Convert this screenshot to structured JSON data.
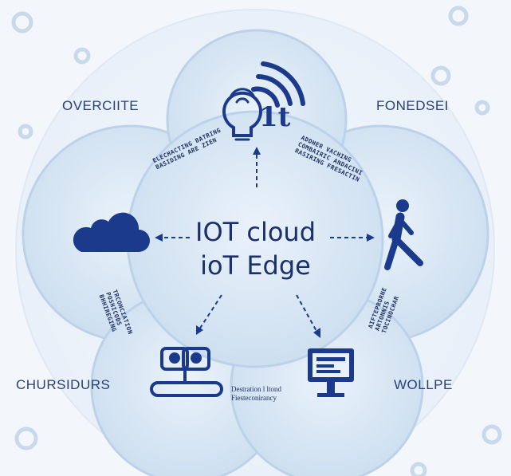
{
  "corner_labels": {
    "top_left": "OVERCIITE",
    "top_right": "FONEDSEI",
    "bottom_left": "CHURSIDURS",
    "bottom_right": "WOLLPE"
  },
  "center": {
    "line1": "IOT cloud",
    "line2": "ioT Edge"
  },
  "top_icon_text": "1t",
  "connector_labels": {
    "top_left": [
      "ELECHACTING BATRING",
      "BASIDING ARE ZIEN"
    ],
    "top_right": [
      "ADDHER VACHING",
      "COMBAIRIC ANDACINI",
      "RASIRING FRESACTIN"
    ],
    "left_lower": [
      "TRCONCIATION",
      "POSHICODS",
      "BHHIREGING"
    ],
    "right_lower": [
      "AIFTEPRORNE",
      "ARTONNIS",
      "TOCINOCHAR"
    ]
  },
  "bottom_caption": [
    "Destration l ltond",
    "Fiesteconirancy"
  ],
  "colors": {
    "primary": "#1b3a8c",
    "circle_fill": "#dbe8f5",
    "background": "#f3f7fc"
  }
}
